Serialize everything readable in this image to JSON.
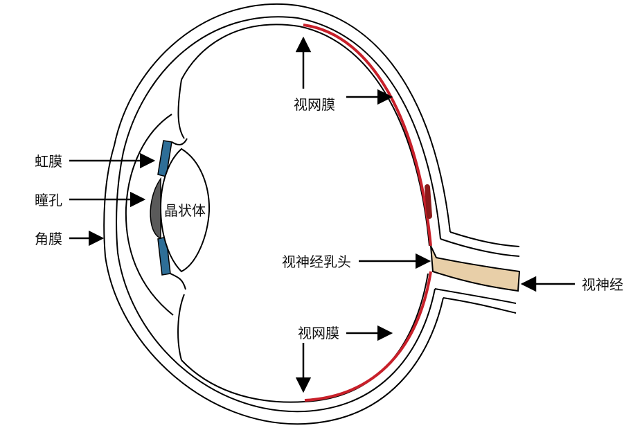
{
  "labels": {
    "retina_top": "视网膜",
    "retina_bottom": "视网膜",
    "iris": "虹膜",
    "pupil": "瞳孔",
    "cornea": "角膜",
    "lens": "晶状体",
    "optic_disc": "视神经乳头",
    "optic_nerve": "视神经"
  },
  "colors": {
    "outline": "#000000",
    "retina": "#c8202a",
    "blind_spot": "#8b1a1a",
    "iris": "#2e6e97",
    "pupil": "#5a5a5a",
    "optic_nerve": "#e8cfa8"
  }
}
